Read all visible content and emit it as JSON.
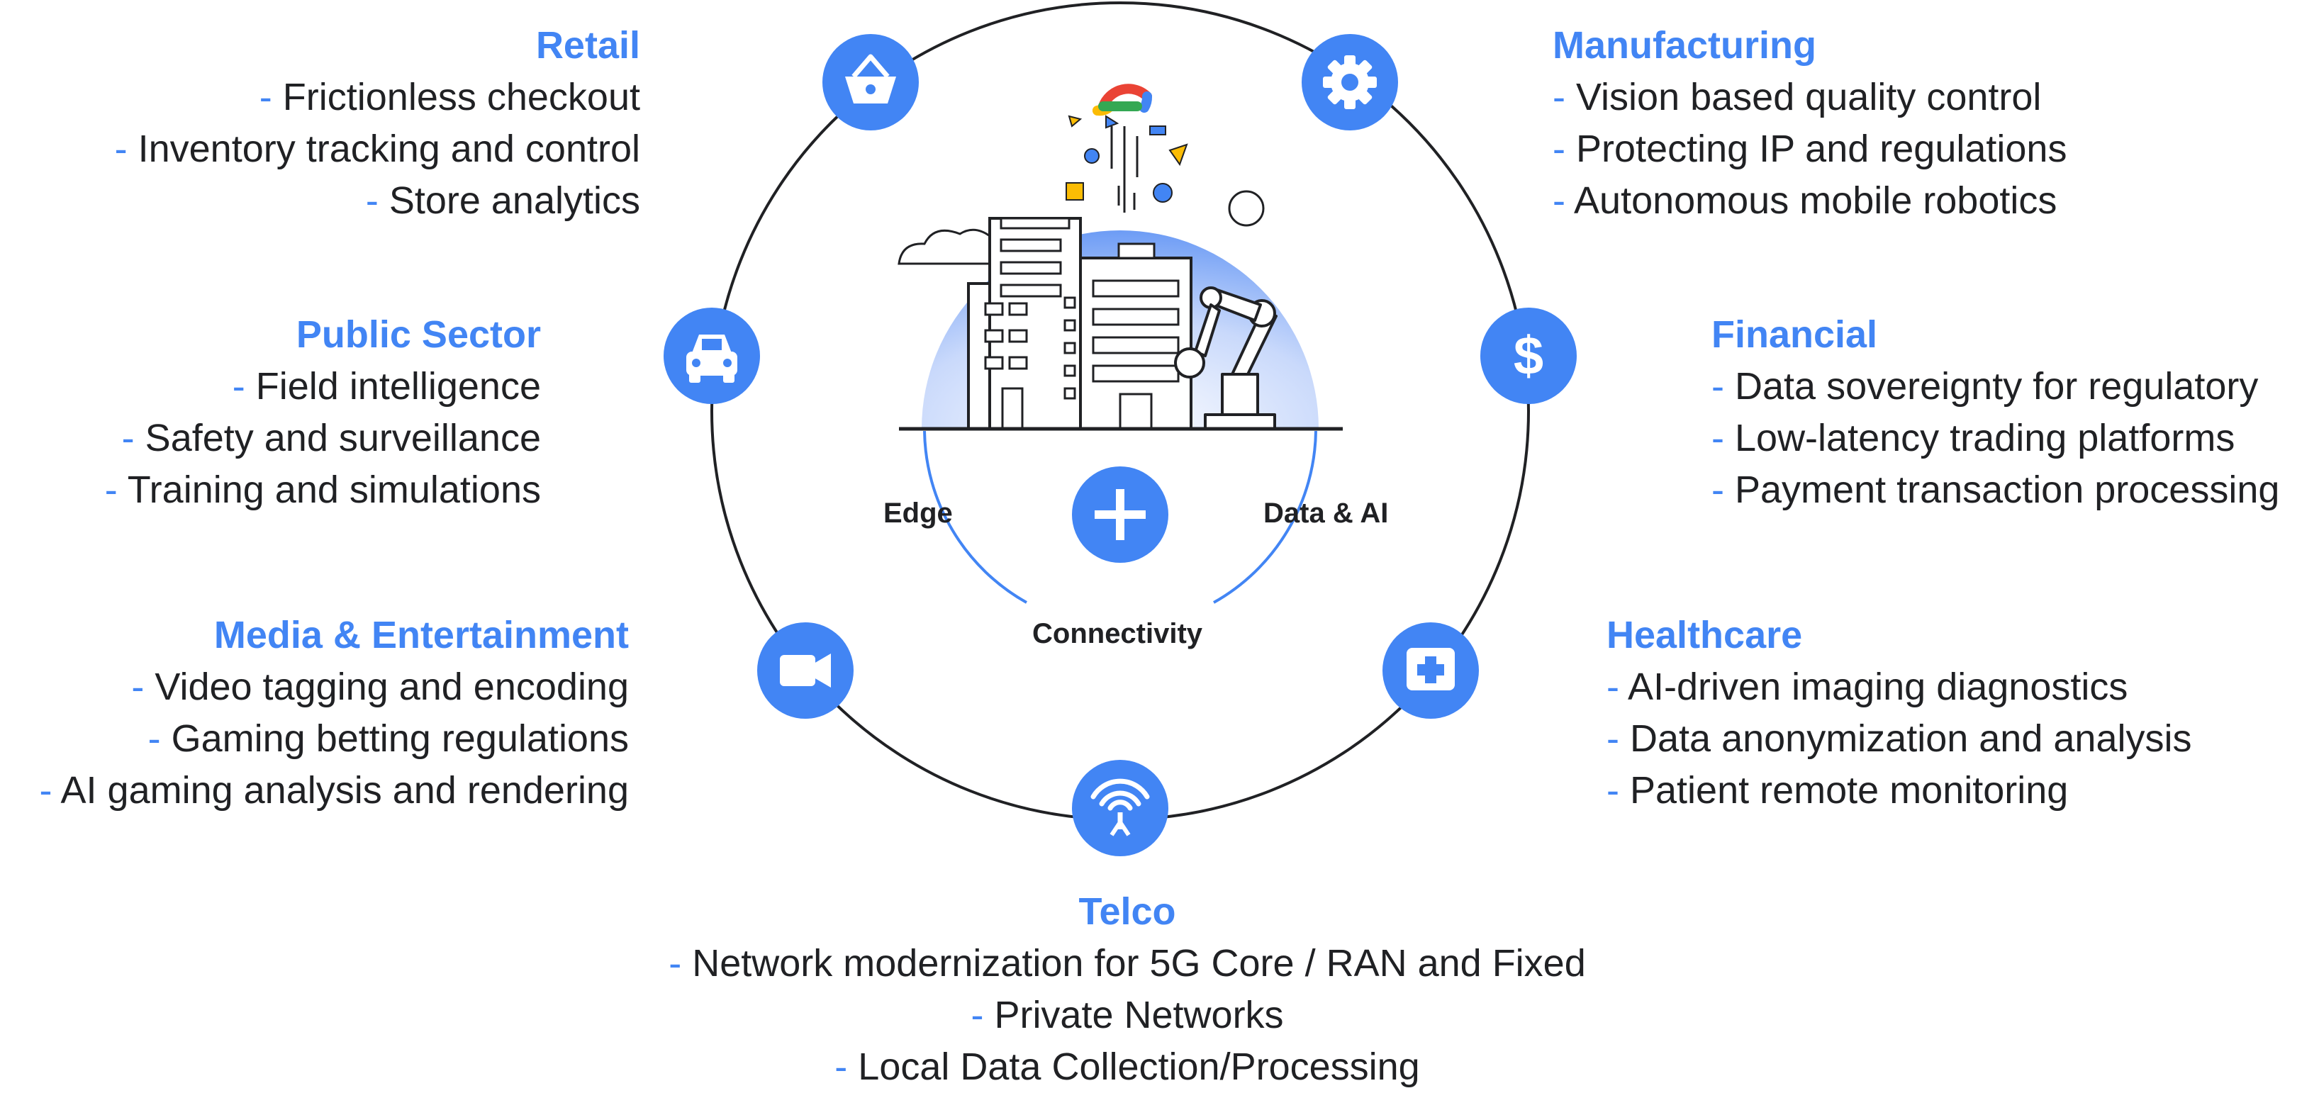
{
  "center": {
    "label_edge": "Edge",
    "label_data_ai": "Data & AI",
    "label_connectivity": "Connectivity",
    "hub_icon": "plus-icon",
    "logo": "google-cloud-logo"
  },
  "colors": {
    "accent": "#4285f4",
    "text": "#202124",
    "ring": "#202124"
  },
  "dash": "-",
  "sectors": {
    "retail": {
      "title": "Retail",
      "icon": "shopping-basket-icon",
      "items": [
        "Frictionless checkout",
        "Inventory tracking and control",
        "Store analytics"
      ]
    },
    "manufacturing": {
      "title": "Manufacturing",
      "icon": "gear-icon",
      "items": [
        "Vision based quality control",
        "Protecting IP and regulations",
        "Autonomous mobile robotics"
      ]
    },
    "public_sector": {
      "title": "Public Sector",
      "icon": "car-icon",
      "items": [
        "Field intelligence",
        "Safety and surveillance",
        "Training and simulations"
      ]
    },
    "financial": {
      "title": "Financial",
      "icon": "dollar-icon",
      "items": [
        "Data sovereignty for regulatory",
        "Low-latency trading platforms",
        "Payment transaction processing"
      ]
    },
    "media": {
      "title": "Media & Entertainment",
      "icon": "video-camera-icon",
      "items": [
        "Video tagging and encoding",
        "Gaming betting regulations",
        "AI gaming analysis and rendering"
      ]
    },
    "healthcare": {
      "title": "Healthcare",
      "icon": "medical-kit-icon",
      "items": [
        "AI-driven imaging diagnostics",
        "Data anonymization and analysis",
        "Patient remote monitoring"
      ]
    },
    "telco": {
      "title": "Telco",
      "icon": "antenna-icon",
      "items": [
        "Network modernization for 5G Core / RAN and Fixed",
        "Private Networks",
        "Local Data Collection/Processing"
      ]
    }
  }
}
